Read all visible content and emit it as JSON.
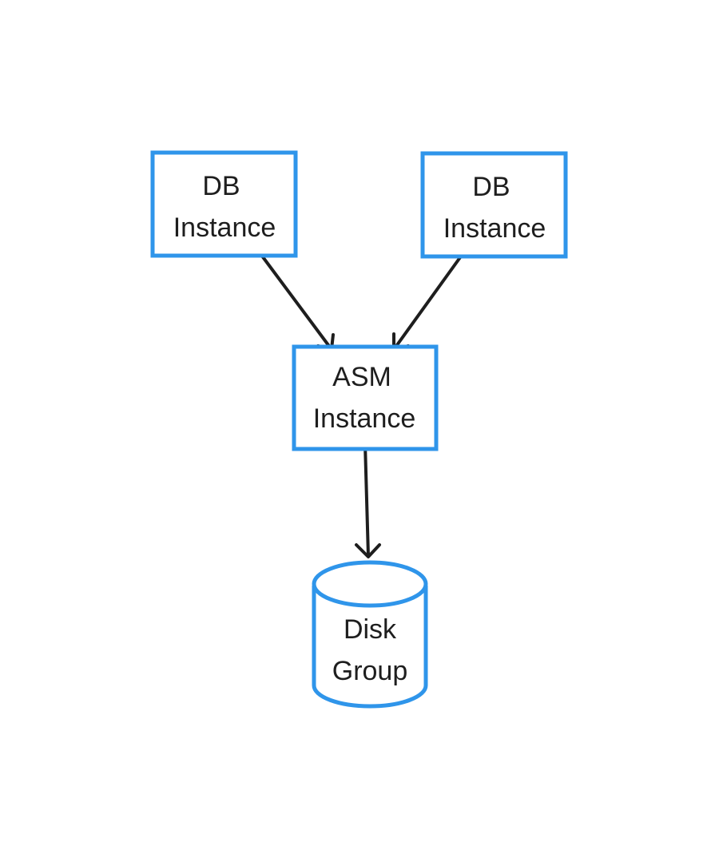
{
  "nodes": {
    "db_instance_left": {
      "line1": "DB",
      "line2": "Instance"
    },
    "db_instance_right": {
      "line1": "DB",
      "line2": "Instance"
    },
    "asm_instance": {
      "line1": "ASM",
      "line2": "Instance"
    },
    "disk_group": {
      "line1": "Disk",
      "line2": "Group"
    }
  },
  "colors": {
    "node_stroke": "#2f95ea",
    "arrow": "#1e1e1e",
    "text": "#1e1e1e",
    "background": "#ffffff"
  }
}
